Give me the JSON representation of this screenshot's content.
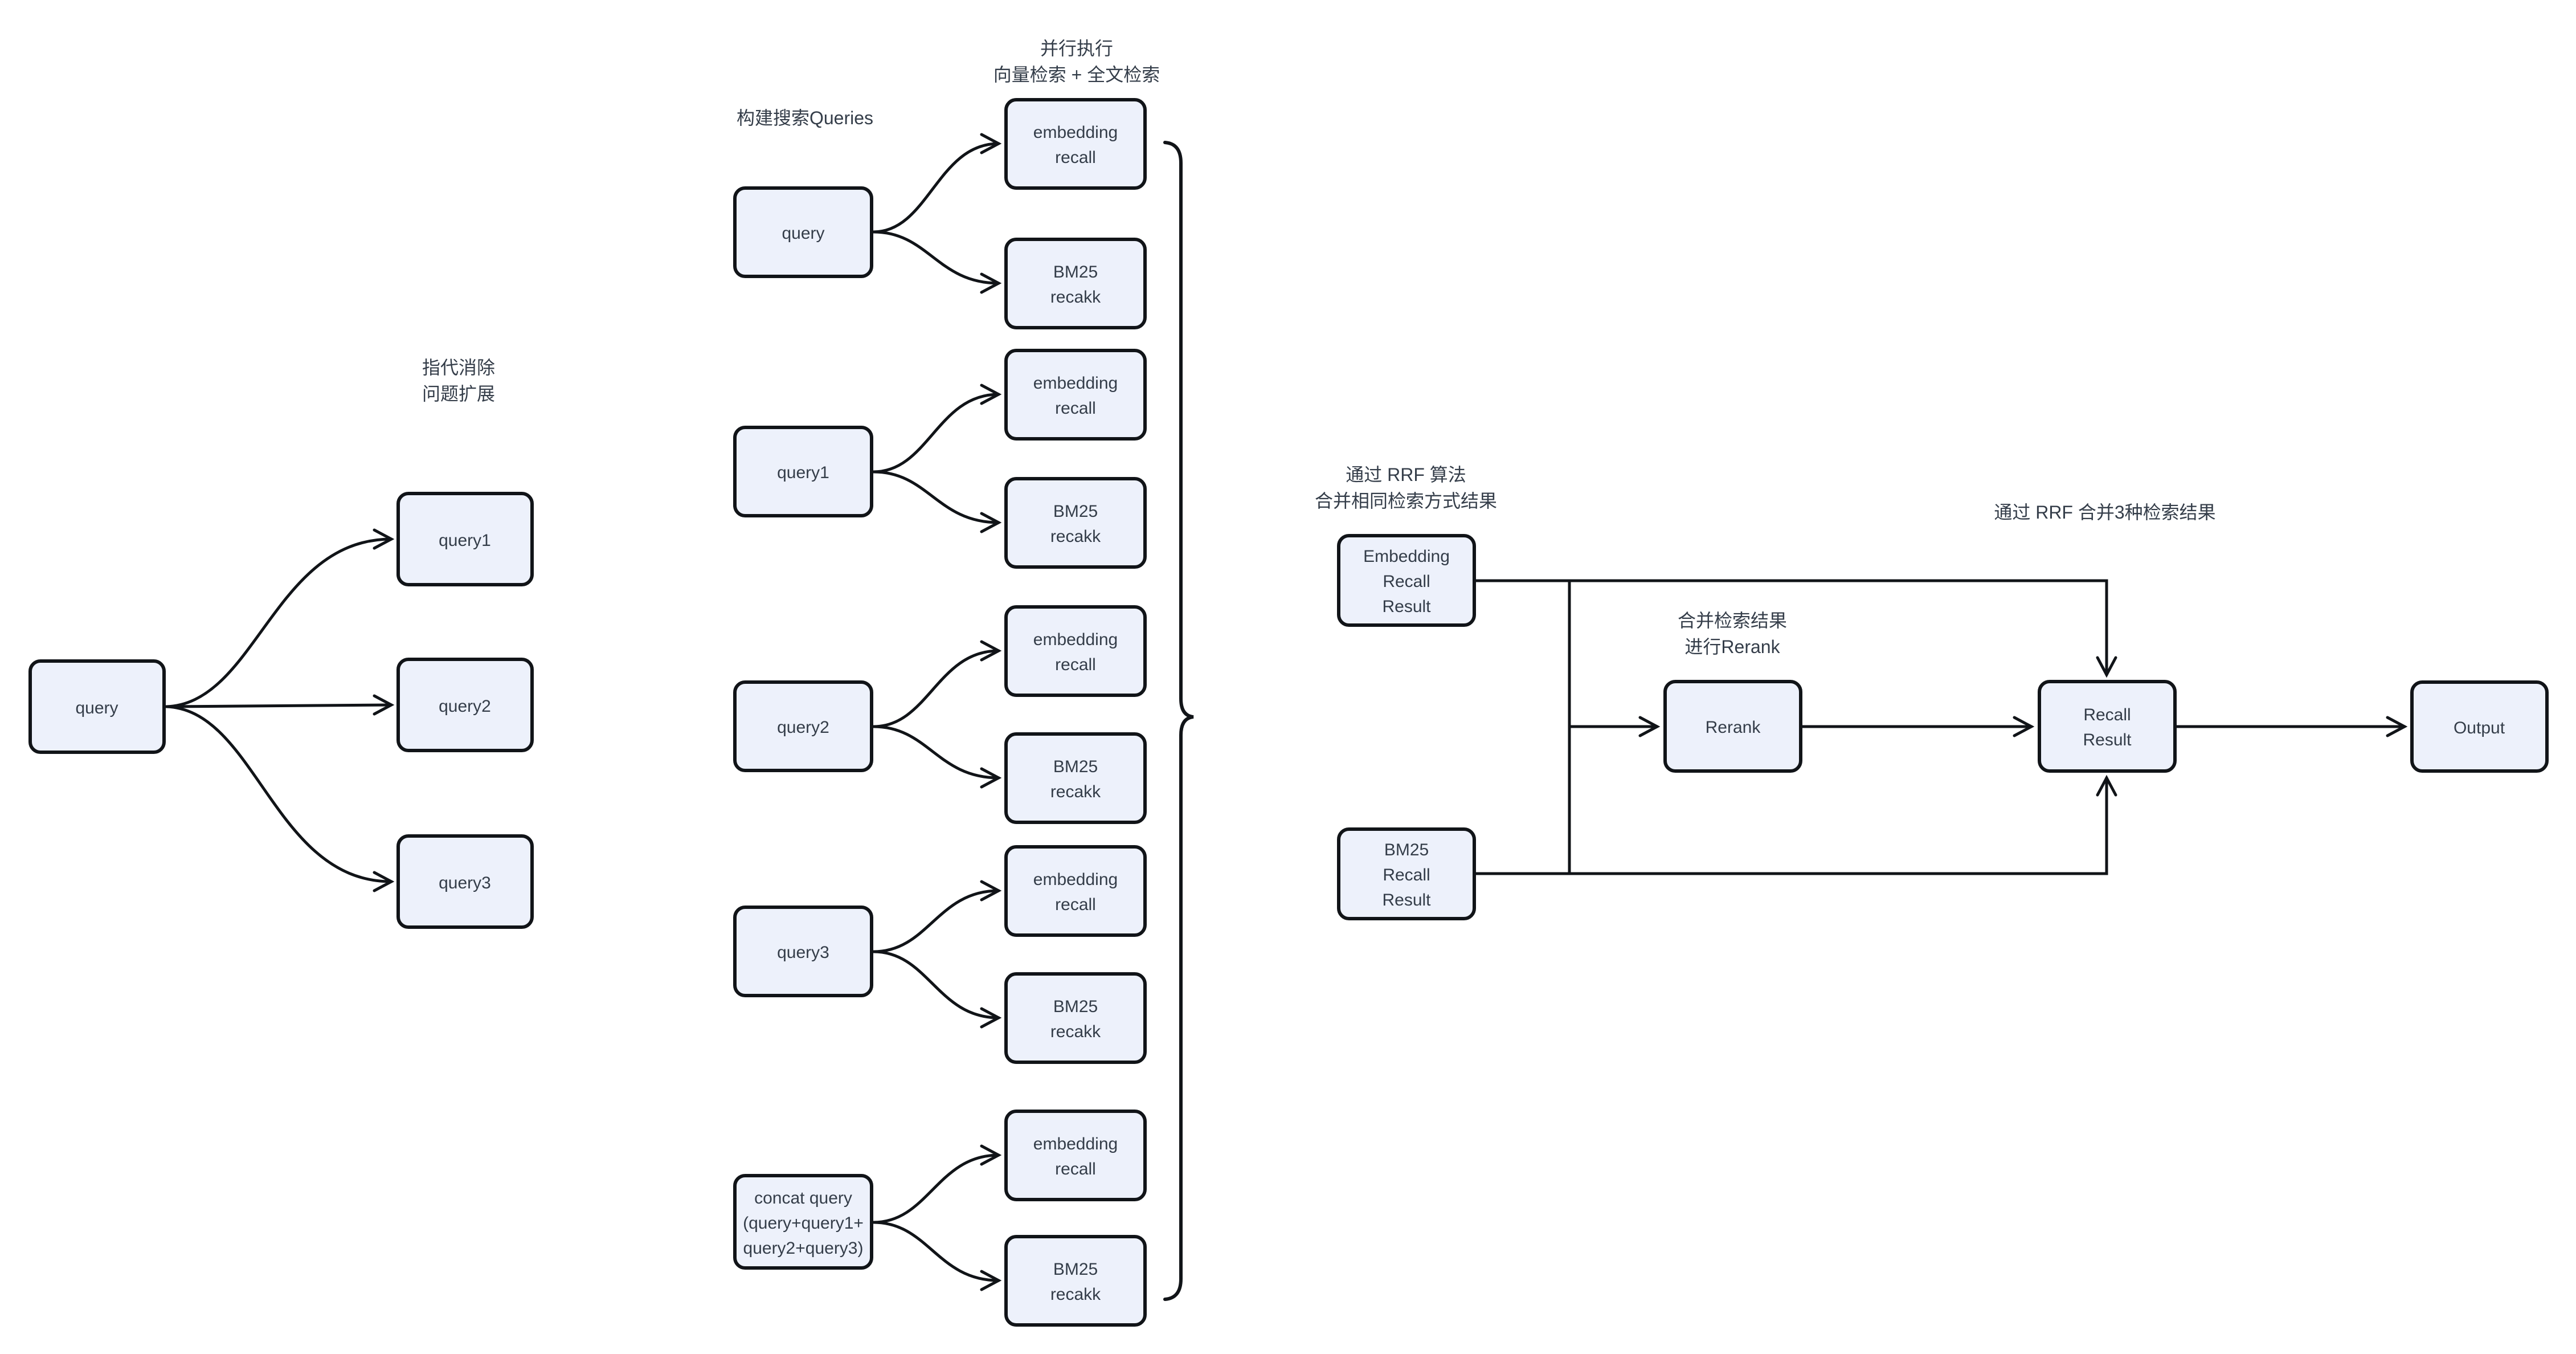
{
  "theme": {
    "background": "#ffffff",
    "box_fill": "#edf1fb",
    "line_color": "#111418",
    "text_color": "#343d49"
  },
  "annotations": {
    "coref_expand": {
      "lines": [
        "指代消除",
        "问题扩展"
      ]
    },
    "build_queries": {
      "lines": [
        "构建搜索Queries"
      ]
    },
    "parallel_exec": {
      "lines": [
        "并行执行",
        "向量检索 + 全文检索"
      ]
    },
    "rrf_merge_same": {
      "lines": [
        "通过 RRF 算法",
        "合并相同检索方式结果"
      ]
    },
    "merge_rerank": {
      "lines": [
        "合并检索结果",
        "进行Rerank"
      ]
    },
    "rrf_merge_three": {
      "lines": [
        "通过 RRF 合并3种检索结果"
      ]
    }
  },
  "nodes": {
    "query_root": {
      "label": "query"
    },
    "query1": {
      "label": "query1"
    },
    "query2": {
      "label": "query2"
    },
    "query3": {
      "label": "query3"
    },
    "search_query": {
      "label": "query"
    },
    "search_query1": {
      "label": "query1"
    },
    "search_query2": {
      "label": "query2"
    },
    "search_query3": {
      "label": "query3"
    },
    "concat_query": {
      "lines": [
        "concat query",
        "(query+query1+",
        "query2+query3)"
      ]
    },
    "embedding_recall": {
      "lines": [
        "embedding",
        "recall"
      ]
    },
    "bm25_recall": {
      "lines": [
        "BM25",
        "recakk"
      ]
    },
    "embedding_recall_result": {
      "lines": [
        "Embedding",
        "Recall",
        "Result"
      ]
    },
    "bm25_recall_result": {
      "lines": [
        "BM25",
        "Recall",
        "Result"
      ]
    },
    "rerank": {
      "label": "Rerank"
    },
    "recall_result": {
      "lines": [
        "Recall",
        "Result"
      ]
    },
    "output": {
      "label": "Output"
    }
  }
}
